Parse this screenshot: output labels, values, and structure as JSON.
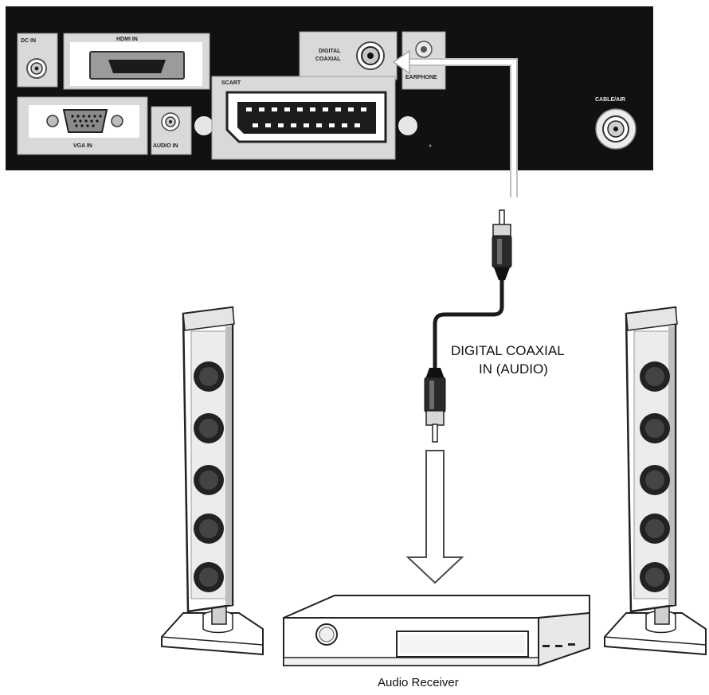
{
  "panel": {
    "labels": {
      "dc_in": "DC IN",
      "hdmi_in": "HDMI IN",
      "digital_coaxial_line1": "DIGITAL",
      "digital_coaxial_line2": "COAXIAL",
      "earphone": "EARPHONE",
      "scart": "SCART",
      "vga_in": "VGA IN",
      "audio_in": "AUDIO IN",
      "cable_air": "CABLE/AIR"
    }
  },
  "cable": {
    "caption_line1": "DIGITAL COAXIAL",
    "caption_line2": "IN (AUDIO)"
  },
  "receiver": {
    "caption": "Audio Receiver"
  }
}
